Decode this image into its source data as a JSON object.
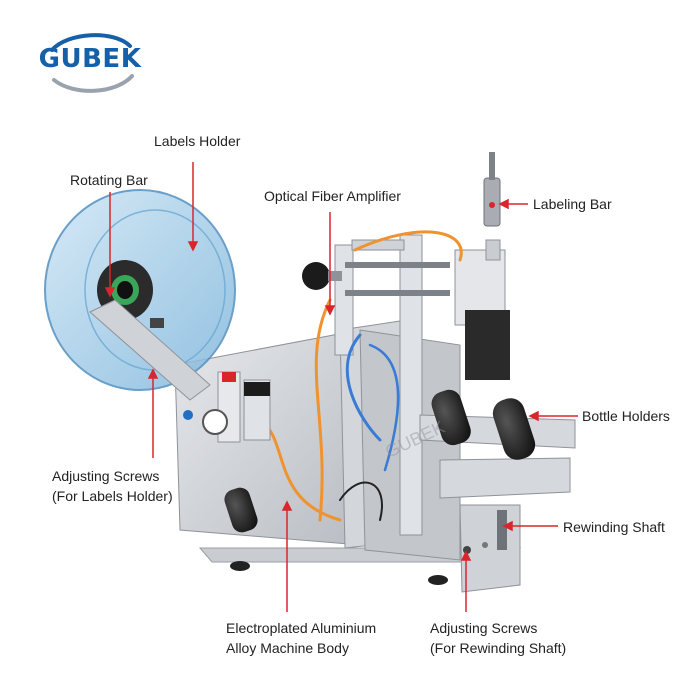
{
  "brand": {
    "logo_text": "GUBEK",
    "watermark": "GUBEK"
  },
  "colors": {
    "brand_blue": "#1560a8",
    "callout_red": "#d8262c",
    "reel_blue": "#8fc4e6"
  },
  "labels": {
    "labels_holder": "Labels Holder",
    "rotating_bar": "Rotating Bar",
    "optical_fiber_amplifier": "Optical Fiber Amplifier",
    "labeling_bar": "Labeling Bar",
    "bottle_holders": "Bottle Holders",
    "rewinding_shaft": "Rewinding Shaft",
    "adjusting_screws_labels_line1": "Adjusting Screws",
    "adjusting_screws_labels_line2": "(For Labels Holder)",
    "body_line1": "Electroplated Aluminium",
    "body_line2": "Alloy Machine Body",
    "adjusting_screws_rewind_line1": "Adjusting Screws",
    "adjusting_screws_rewind_line2": "(For Rewinding Shaft)"
  }
}
